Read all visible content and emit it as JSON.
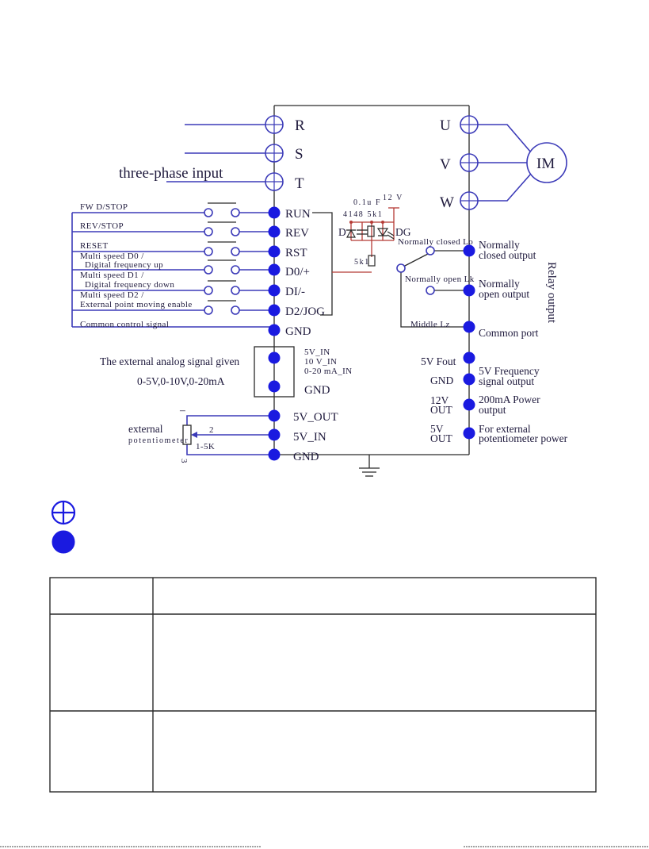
{
  "power_terminals": {
    "r": "R",
    "s": "S",
    "t": "T",
    "u": "U",
    "v": "V",
    "w": "W"
  },
  "three_phase_input": "three-phase input",
  "motor_label": "IM",
  "input_labels": {
    "fwd": "FW D/STOP",
    "rev": "REV/STOP",
    "reset": "RESET",
    "d0_a": "Multi speed D0 /",
    "d0_b": "Digital frequency up",
    "d1_a": "Multi speed D1 /",
    "d1_b": "Digital frequency down",
    "d2_a": "Multi speed D2 /",
    "d2_b": "External point moving enable",
    "common": "Common control signal"
  },
  "control_terminals": {
    "run": "RUN",
    "rev": "REV",
    "rst": "RST",
    "d0": "D0/+",
    "d1": "DI/-",
    "d2": "D2/JOG",
    "gnd": "GND",
    "v5in": "5V_IN",
    "v10in": "10 V_IN",
    "ma20in": "0-20 mA_IN",
    "gnd2": "GND",
    "v5out": "5V_OUT",
    "v5in2": "5V_IN",
    "gnd3": "GND"
  },
  "opto": {
    "cap": "0.1u F",
    "v12": "12 V",
    "parts": "4148 5k1",
    "d": "D",
    "dg": "DG",
    "res": "5k1"
  },
  "relay": {
    "nc_contact": "Normally closed Lo",
    "no_contact": "Normally open Lk",
    "middle": "Middle Lz",
    "nc_a": "Normally",
    "nc_b": "closed output",
    "no_a": "Normally",
    "no_b": "open output",
    "common": "Common port",
    "side_label": "Relay output"
  },
  "analog": {
    "title": "The external analog signal given",
    "range": "0-5V,0-10V,0-20mA"
  },
  "potentiometer": {
    "dash": "–",
    "name": "external",
    "sub": "potentiometer",
    "pin2": "2",
    "pin3": "3",
    "value": "1-5K"
  },
  "outputs": {
    "fout": "5V Fout",
    "fout_desc_a": "5V Frequency",
    "fout_desc_b": "signal output",
    "gnd": "GND",
    "v12_a": "12V",
    "v12_b": "OUT",
    "pwr_a": "200mA Power",
    "pwr_b": "output",
    "v5_a": "5V",
    "v5_b": "OUT",
    "ext_a": "For external",
    "ext_b": "potentiometer power"
  }
}
